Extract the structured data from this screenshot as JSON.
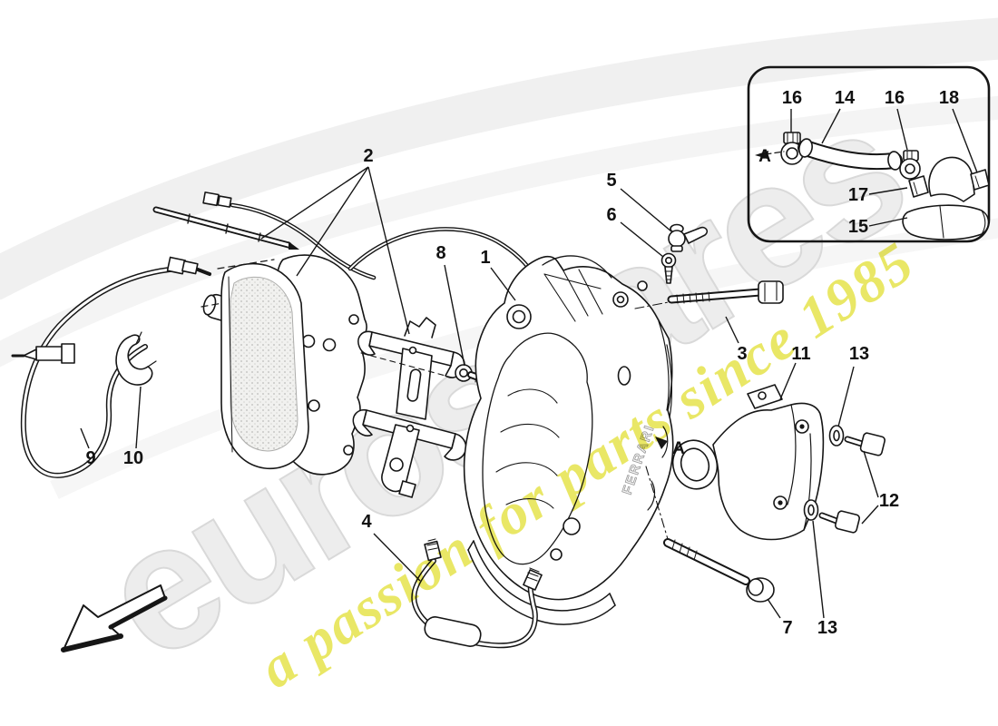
{
  "watermark": {
    "brand": "eurospares",
    "tagline": "a passion for parts since 1985",
    "brand_color": "#ededed",
    "tagline_color": "#e9e766"
  },
  "caliper": {
    "brand_text": "FERRARI"
  },
  "view_labels": {
    "main": "A",
    "inset": "A"
  },
  "callouts": {
    "c1": "1",
    "c2": "2",
    "c3": "3",
    "c4": "4",
    "c5": "5",
    "c6": "6",
    "c7": "7",
    "c8": "8",
    "c9": "9",
    "c10": "10",
    "c11": "11",
    "c12": "12",
    "c13": "13",
    "c14": "14",
    "c15": "15",
    "c16": "16",
    "c17": "17",
    "c18": "18"
  }
}
